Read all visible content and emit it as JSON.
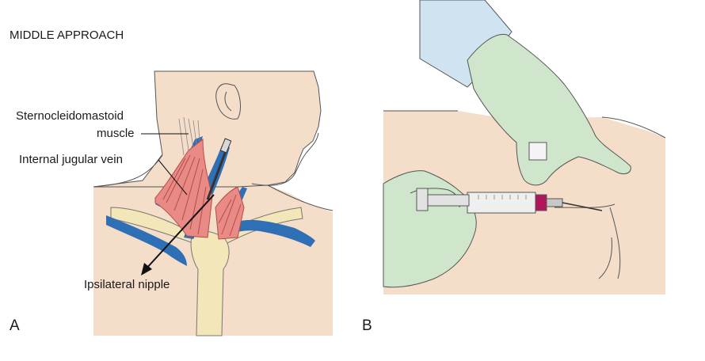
{
  "title": "MIDDLE APPROACH",
  "panel_a": {
    "label": "A",
    "annotations": {
      "scm_line1": "Sternocleidomastoid",
      "scm_line2": "muscle",
      "ijv": "Internal jugular vein",
      "nipple": "Ipsilateral nipple"
    }
  },
  "panel_b": {
    "label": "B"
  },
  "colors": {
    "skin": "#f4ddc9",
    "vein": "#2f6fb5",
    "muscle": "#d9534f",
    "bone": "#f3e6b8",
    "glove": "#cfe6cc",
    "sleeve": "#cfe3f1",
    "syringe_tip": "#b0175a"
  }
}
